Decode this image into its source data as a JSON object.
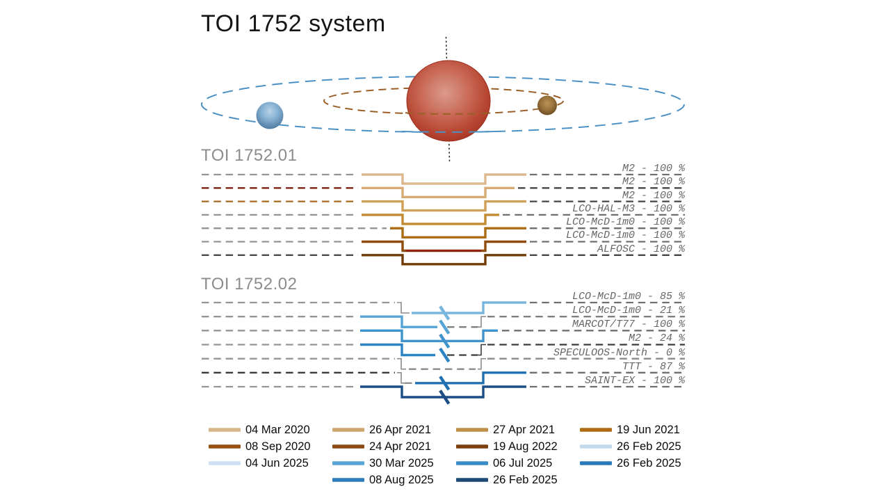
{
  "title": "TOI 1752 system",
  "sections": [
    {
      "title": "TOI 1752.01"
    },
    {
      "title": "TOI 1752.02"
    }
  ],
  "chart_data": {
    "type": "line",
    "title": "TOI 1752 system",
    "description": "Transit coverage diagram: for each observation the transit model is drawn solid where observed and dashed where missed; percentages give observed fraction of the transit.",
    "subplots": [
      {
        "title": "TOI 1752.01",
        "rows": [
          {
            "facility": "M2",
            "coverage_pct": 100,
            "label": "M2 - 100 %",
            "color": "#dcb88e",
            "dash_left": "#949494",
            "dash_right": "#6f6f6f"
          },
          {
            "facility": "M2",
            "coverage_pct": 100,
            "label": "M2 - 100 %",
            "color": "#d6ab75",
            "dash_left": "#7c2010",
            "dash_right": "#454545"
          },
          {
            "facility": "M2",
            "coverage_pct": 100,
            "label": "M2 - 100 %",
            "color": "#d0a058",
            "dash_left": "#a5681e",
            "dash_right": "#454545"
          },
          {
            "facility": "LCO-HAL-M3",
            "coverage_pct": 100,
            "label": "LCO-HAL-M3 - 100 %",
            "color": "#c28a31",
            "dash_left": "#949494",
            "dash_right": "#6f6f6f"
          },
          {
            "facility": "LCO-McD-1m0",
            "coverage_pct": 100,
            "label": "LCO-McD-1m0 - 100 %",
            "color": "#ab6d13",
            "dash_left": "#949494",
            "dash_right": "#6f6f6f"
          },
          {
            "facility": "LCO-McD-1m0",
            "coverage_pct": 100,
            "label": "LCO-McD-1m0 - 100 %",
            "color": "#8f4c0c",
            "accent_color": "#8e2410",
            "dash_left": "#949494",
            "dash_right": "#6f6f6f"
          },
          {
            "facility": "ALFOSC",
            "coverage_pct": 100,
            "label": "ALFOSC - 100 %",
            "color": "#713b06",
            "dash_left": "#4a4a4a",
            "dash_right": "#454545"
          }
        ]
      },
      {
        "title": "TOI 1752.02",
        "rows": [
          {
            "facility": "LCO-McD-1m0",
            "coverage_pct": 85,
            "label": "LCO-McD-1m0 - 85 %",
            "color": "#79b6de",
            "dash_left": "#949494",
            "dash_right": "#6f6f6f"
          },
          {
            "facility": "LCO-McD-1m0",
            "coverage_pct": 21,
            "label": "LCO-McD-1m0 - 21 %",
            "color": "#56a3d6",
            "dash_left": "#949494",
            "dash_right": "#7f7f7f"
          },
          {
            "facility": "MARCOT/T77",
            "coverage_pct": 100,
            "label": "MARCOT/T77 - 100 %",
            "color": "#3f94cd",
            "dash_left": "#949494",
            "dash_right": "#6f6f6f"
          },
          {
            "facility": "M2",
            "coverage_pct": 24,
            "label": "M2 - 24 %",
            "color": "#2b84c3",
            "dash_left": "#949494",
            "dash_right": "#3a3a3a"
          },
          {
            "facility": "SPECULOOS-North",
            "coverage_pct": 0,
            "label": "SPECULOOS-North - 0 %",
            "color": null,
            "dash_left": "#949494",
            "dash_right": "#8a8a8a"
          },
          {
            "facility": "TTT",
            "coverage_pct": 87,
            "label": "TTT - 87 %",
            "color": "#1f70b3",
            "dash_left": "#3a3a3a",
            "dash_right": "#6f6f6f"
          },
          {
            "facility": "SAINT-EX",
            "coverage_pct": 100,
            "label": "SAINT-EX - 100 %",
            "color": "#1b4e86",
            "dash_left": "#949494",
            "dash_right": "#6f6f6f"
          }
        ]
      }
    ],
    "legend_position": "bottom"
  },
  "legend": {
    "columns": [
      [
        {
          "date": "04 Mar 2020",
          "color": "#d9b58b"
        },
        {
          "date": "08 Sep 2020",
          "color": "#96500f"
        },
        {
          "date": "04 Jun 2025",
          "color": "#cde1f3"
        }
      ],
      [
        {
          "date": "26 Apr 2021",
          "color": "#cfa670"
        },
        {
          "date": "24 Apr 2021",
          "color": "#8a4a12"
        },
        {
          "date": "30 Mar 2025",
          "color": "#58a5d5"
        },
        {
          "date": "08 Aug 2025",
          "color": "#2d7cbb"
        }
      ],
      [
        {
          "date": "27 Apr 2021",
          "color": "#c0904a"
        },
        {
          "date": "19 Aug 2022",
          "color": "#7b3f0e"
        },
        {
          "date": "06 Jul 2025",
          "color": "#3a8cc7"
        },
        {
          "date": "26 Feb 2025",
          "color": "#1d4977"
        }
      ],
      [
        {
          "date": "19 Jun 2021",
          "color": "#ae6d15"
        },
        {
          "date": "26 Feb 2025",
          "color": "#c2d8ec"
        },
        {
          "date": "26 Feb 2025",
          "color": "#2a79b8"
        }
      ]
    ]
  },
  "diagram": {
    "star_color": "#b23b2a",
    "orbit_outer_color": "#4a90c4",
    "orbit_inner_color": "#9a5f26",
    "axis_color": "#222222"
  }
}
